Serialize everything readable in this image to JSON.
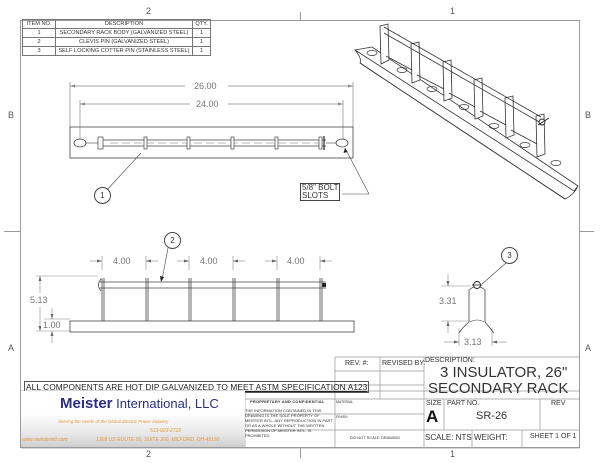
{
  "sheet": {
    "zones_top": [
      "2",
      "1"
    ],
    "zones_bottom": [
      "2",
      "1"
    ],
    "zones_left": [
      "B",
      "A"
    ],
    "zones_right": [
      "B",
      "A"
    ]
  },
  "bom": {
    "headers": [
      "ITEM NO.",
      "DESCRIPTION",
      "QTY."
    ],
    "rows": [
      {
        "item": "1",
        "description": "SECONDARY RACK BODY (GALVANIZED STEEL)",
        "qty": "1"
      },
      {
        "item": "2",
        "description": "CLEVIS PIN (GALVANIZED STEEL)",
        "qty": "1"
      },
      {
        "item": "3",
        "description": "SELF LOCKING COTTER PIN (STAINLESS STEEL)",
        "qty": "1"
      }
    ]
  },
  "top_view": {
    "dim_overall": "26.00",
    "dim_slots": "24.00",
    "balloon": "1",
    "note": [
      "5/8\" BOLT",
      "SLOTS"
    ]
  },
  "front_view": {
    "spacing_dims": [
      "4.00",
      "4.00",
      "4.00"
    ],
    "height_dim": "5.13",
    "base_dim": "1.00",
    "balloon": "2"
  },
  "side_view": {
    "height_dim": "3.31",
    "width_dim": "3.13",
    "balloon": "3"
  },
  "spec_note": "ALL COMPONENTS ARE HOT DIP GALVANIZED TO MEET ASTM SPECIFICATION A123",
  "company": {
    "name_bold": "Meister",
    "name_rest": " International, LLC",
    "tagline": "Serving the needs of the Global Electric Power Industry",
    "phone": "513-923-2722",
    "website": "www.meisterintl.com",
    "address": "1308 US ROUTE 50, SUITE 200, MILFORD, OH  45150",
    "brand_color": "#2a2f8a",
    "accent_color": "#e29a3c"
  },
  "proprietary": {
    "title": "PROPRIETARY AND CONFIDENTIAL",
    "body": "THE INFORMATION CONTAINED IN THIS DRAWING IS THE SOLE PROPERTY OF MEISTER INTL. ANY REPRODUCTION IN PART OR AS A WHOLE WITHOUT THE WRITTEN PERMISSION OF MEISTER INTL. IS PROHIBITED."
  },
  "title_block": {
    "rev_label": "REV. #:",
    "revised_by_label": "REVISED BY:",
    "description_label": "DESCRIPTION:",
    "title_line1": "3 INSULATOR, 26\"",
    "title_line2": "SECONDARY RACK",
    "material_label": "MATERIAL",
    "finish_label": "FINISH",
    "do_not_scale": "DO NOT SCALE DRAWING",
    "size_label": "SIZE",
    "size_value": "A",
    "part_no_label": "PART NO.",
    "part_no_value": "SR-26",
    "rev_col_label": "REV",
    "scale": "SCALE: NTS",
    "weight": "WEIGHT:",
    "sheet": "SHEET 1 OF 1"
  }
}
